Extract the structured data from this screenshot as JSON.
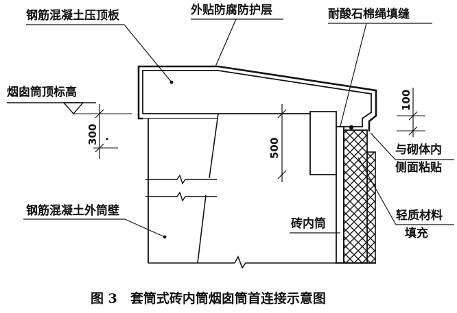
{
  "labels": {
    "coping_slab": "钢筋混凝土压顶板",
    "anticorrosion_layer": "外贴防腐防护层",
    "acid_asbestos_rope": "耐酸石棉绳填缝",
    "chimney_top_elevation": "烟囱筒顶标高",
    "bonded_inner_face_line1": "与砌体内",
    "bonded_inner_face_line2": "侧面粘贴",
    "outer_wall": "钢筋混凝土外筒壁",
    "brick_inner_flue": "砖内筒",
    "lightweight_fill_line1": "轻质材料",
    "lightweight_fill_line2": "填充"
  },
  "dimensions": {
    "d300": "300",
    "d500": "500",
    "d100": "100"
  },
  "caption": "图 3　套筒式砖内筒烟囱筒首连接示意图",
  "colors": {
    "ink": "#111111",
    "background": "#ffffff"
  }
}
